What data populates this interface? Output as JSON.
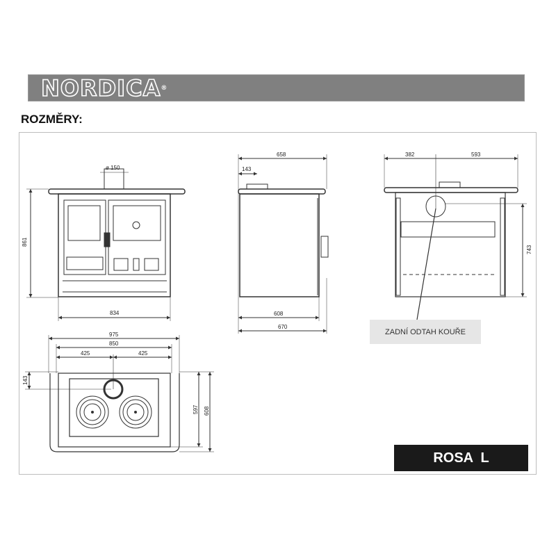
{
  "header": {
    "brand": "NORDICA",
    "registered": "®"
  },
  "title": "ROZMĚRY:",
  "front_view": {
    "flue_diameter": "ø 150",
    "height": "861",
    "width": "834"
  },
  "side_view": {
    "depth_top": "658",
    "flue_offset": "143",
    "depth_body": "608",
    "depth_total": "670"
  },
  "rear_view": {
    "left": "382",
    "right": "593",
    "flue_height": "743",
    "callout": "ZADNÍ ODTAH KOUŘE"
  },
  "top_view": {
    "total_width": "975",
    "width": "850",
    "half_left": "425",
    "half_right": "425",
    "flue_offset": "143",
    "depth_inner": "597",
    "depth": "608"
  },
  "model": "ROSA  L",
  "colors": {
    "header": "#808080",
    "model_bg": "#1a1a1a",
    "callout_bg": "#e6e6e6"
  }
}
